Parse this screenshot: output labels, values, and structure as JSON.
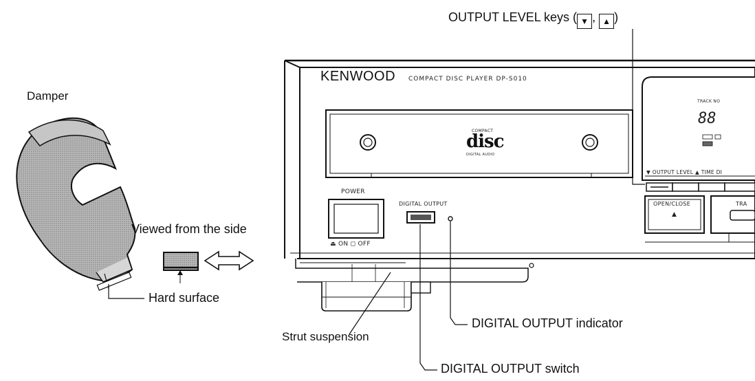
{
  "labels": {
    "damper": "Damper",
    "viewed_side": "Viewed from the side",
    "hard_surface": "Hard surface",
    "strut_suspension": "Strut suspension",
    "digital_output_indicator": "DIGITAL OUTPUT indicator",
    "digital_output_switch": "DIGITAL OUTPUT switch",
    "output_level_keys_prefix": "OUTPUT LEVEL keys (",
    "output_level_keys_sep": ",",
    "output_level_keys_suffix": ")",
    "key_down_glyph": "▼",
    "key_up_glyph": "▲"
  },
  "panel": {
    "brand": "KENWOOD",
    "model": "COMPACT DISC PLAYER DP-S010",
    "disc_logo_main": "disc",
    "disc_logo_top": "COMPACT",
    "disc_logo_bottom": "DIGITAL AUDIO",
    "power": "POWER",
    "power_state": "⏏ ON ◻ OFF",
    "digital_output": "DIGITAL OUTPUT",
    "open_close": "OPEN/CLOSE",
    "open_close_glyph": "▲",
    "track": "TRA",
    "display_track_no": "TRACK NO",
    "display_digits": "88",
    "output_level_strip": "▼ OUTPUT LEVEL ▲ TIME DI"
  },
  "colors": {
    "stroke": "#111111",
    "damper_fill": "#a9a9a9",
    "sample_fill": "#b5b5b5"
  }
}
